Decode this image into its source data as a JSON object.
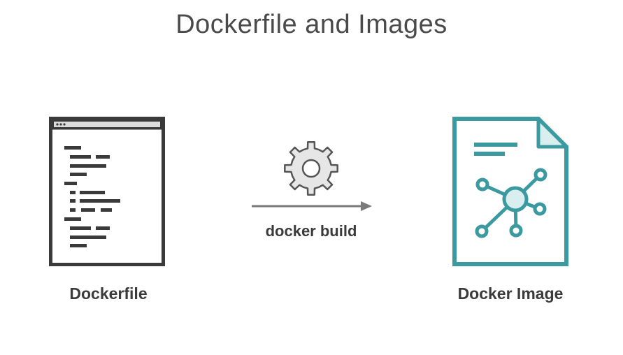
{
  "title": "Dockerfile and Images",
  "dockerfile": {
    "label": "Dockerfile",
    "icon": "code-window-icon"
  },
  "build": {
    "label": "docker build",
    "icon": "gear-icon",
    "arrow": "arrow-right-icon"
  },
  "image": {
    "label": "Docker Image",
    "icon": "network-document-icon"
  },
  "colors": {
    "text": "#3b3b3b",
    "title": "#4a4a4a",
    "window": "#3a3a3a",
    "gear_fill": "#e6e6e6",
    "gear_stroke": "#555555",
    "arrow": "#7a7a7a",
    "accent": "#3a9aa0",
    "accent_light": "#d9eeee"
  }
}
